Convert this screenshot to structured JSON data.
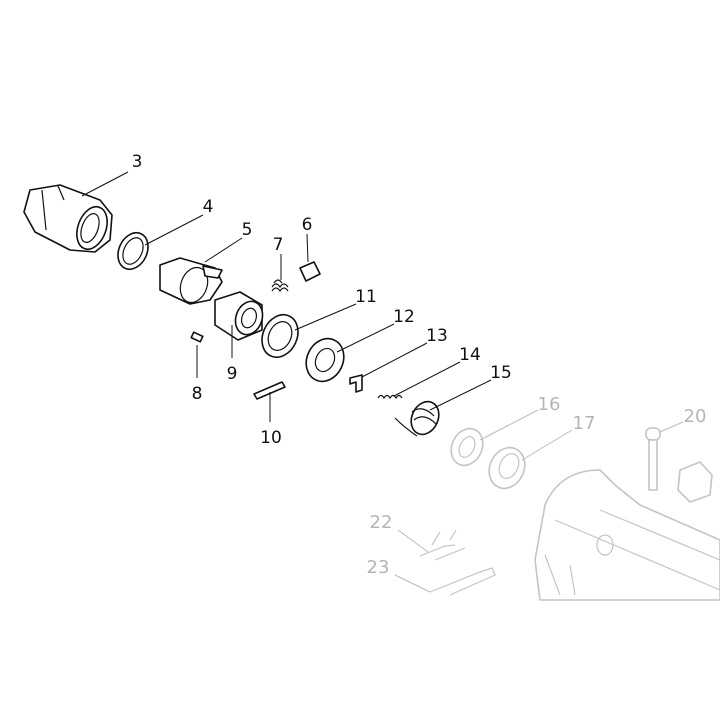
{
  "diagram": {
    "part_labels": {
      "p3": "3",
      "p4": "4",
      "p5": "5",
      "p6": "6",
      "p7": "7",
      "p8": "8",
      "p9": "9",
      "p10": "10",
      "p11": "11",
      "p12": "12",
      "p13": "13",
      "p14": "14",
      "p15": "15",
      "p16": "16",
      "p17": "17",
      "p20": "20",
      "p22": "22",
      "p23": "23"
    },
    "colors": {
      "active_parts": "#111111",
      "faded_parts": "#c4c4c4"
    }
  }
}
